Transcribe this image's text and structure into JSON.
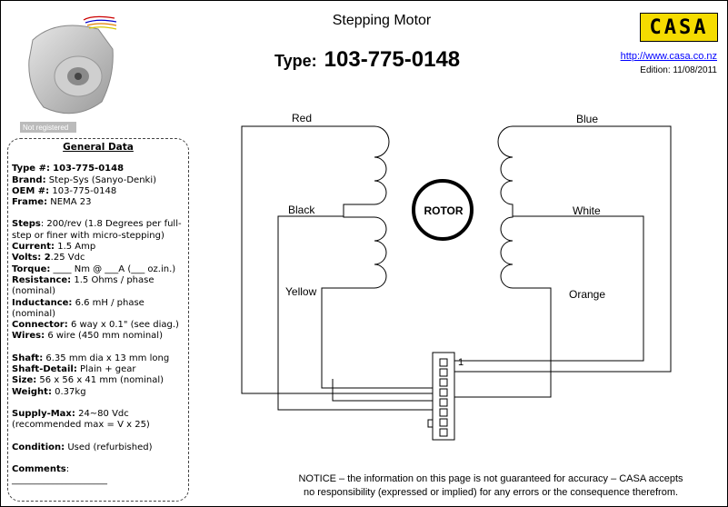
{
  "header": {
    "title": "Stepping Motor",
    "type_label": "Type:",
    "type_value": "103-775-0148",
    "logo_text": "CASA",
    "url": "http://www.casa.co.nz",
    "edition": "Edition: 11/08/2011",
    "photo_caption": "Not registered"
  },
  "general": {
    "heading": "General Data",
    "type_label": "Type #:",
    "type_value": "103-775-0148",
    "brand_label": "Brand:",
    "brand_value": "Step-Sys (Sanyo-Denki)",
    "oem_label": "OEM #:",
    "oem_value": "103-775-0148",
    "frame_label": "Frame:",
    "frame_value": "NEMA 23",
    "steps_label": "Steps",
    "steps_value": ": 200/rev (1.8 Degrees per full-step or finer with micro-stepping)",
    "current_label": "Current:",
    "current_value": "1.5 Amp",
    "volts_label": "Volts: 2",
    "volts_value": ".25 Vdc",
    "torque_label": "Torque:",
    "torque_value": "____ Nm @ ___A (___ oz.in.)",
    "resistance_label": "Resistance:",
    "resistance_value": "1.5  Ohms / phase (nominal)",
    "inductance_label": "Inductance:",
    "inductance_value": "6.6 mH / phase (nominal)",
    "connector_label": "Connector:",
    "connector_value": "6 way x 0.1\" (see diag.)",
    "wires_label": "Wires:",
    "wires_value": "6 wire (450 mm nominal)",
    "shaft_label": "Shaft:",
    "shaft_value": "6.35 mm dia x 13 mm long",
    "shaft_detail_label": "Shaft-Detail:",
    "shaft_detail_value": "Plain + gear",
    "size_label": "Size:",
    "size_value": "56 x 56 x 41 mm (nominal)",
    "weight_label": "Weight:",
    "weight_value": "0.37kg",
    "supply_label": "Supply-Max:",
    "supply_value": "24~80 Vdc (recommended max = V x 25)",
    "condition_label": "Condition:",
    "condition_value": "Used (refurbished)",
    "comments_label": "Comments",
    "comments_value": ":",
    "comments_line": "_____________________"
  },
  "diagram": {
    "rotor_label": "ROTOR",
    "wire_red": "Red",
    "wire_black": "Black",
    "wire_yellow": "Yellow",
    "wire_blue": "Blue",
    "wire_white": "White",
    "wire_orange": "Orange",
    "pin_one": "1"
  },
  "notice": {
    "line1": "NOTICE – the information on this page is not guaranteed for accuracy – CASA accepts",
    "line2": "no responsibility (expressed or implied) for any errors or the consequence therefrom."
  }
}
